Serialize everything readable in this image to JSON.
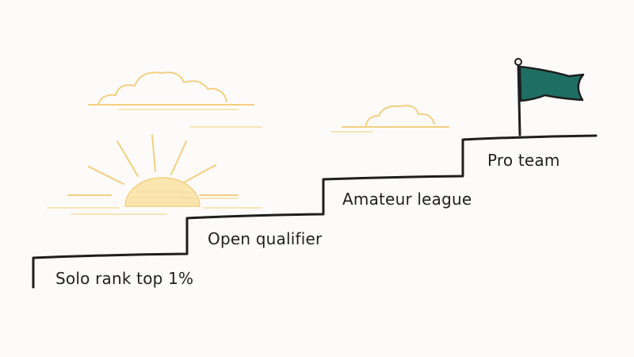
{
  "steps": [
    {
      "label": "Solo rank top 1%"
    },
    {
      "label": "Open qualifier"
    },
    {
      "label": "Amateur league"
    },
    {
      "label": "Pro team"
    }
  ],
  "colors": {
    "background": "#fdfbfa",
    "ink": "#1e1e1e",
    "flag": "#1f6e64",
    "sun_fill": "#fbe6b0",
    "sun_line": "#f3cf7f"
  },
  "icons": {
    "goal": "flag-icon",
    "sun": "rising-sun-icon",
    "clouds": "cloud-icon"
  }
}
